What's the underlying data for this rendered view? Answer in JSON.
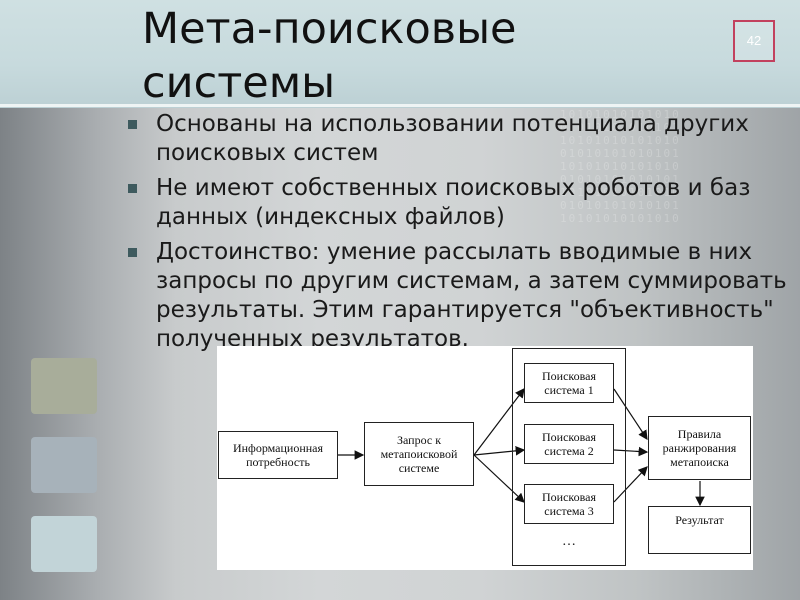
{
  "slide": {
    "title": "Мета-поисковые\nсистемы",
    "page_number": "42",
    "binary_pattern": "10101010101010\n01010101010101\n10101010101010\n01010101010101\n10101010101010\n01010101010101\n10101010101010\n01010101010101\n10101010101010",
    "colors": {
      "title_band": "#c7dadd",
      "bullet": "#3e5a5e",
      "badge_border": "#c2415e"
    }
  },
  "bullets": [
    {
      "text": "Основаны на использовании потенциала других поисковых систем"
    },
    {
      "text": "Не имеют собственных поисковых роботов и баз данных (индексных файлов)"
    },
    {
      "text": "Достоинство: умение рассылать вводимые в них запросы по другим системам, а затем суммировать результаты. Этим гарантируется \"объективность\" полученных результатов."
    }
  ],
  "diagram": {
    "info_need": "Информационная\nпотребность",
    "query": "Запрос к\nметапоисковой\nсистеме",
    "engines": [
      {
        "label": "Поисковая\nсистема 1"
      },
      {
        "label": "Поисковая\nсистема 2"
      },
      {
        "label": "Поисковая\nсистема 3"
      }
    ],
    "more": "…",
    "ranking": "Правила\nранжирования\nметапоиска",
    "result": "Результат"
  }
}
